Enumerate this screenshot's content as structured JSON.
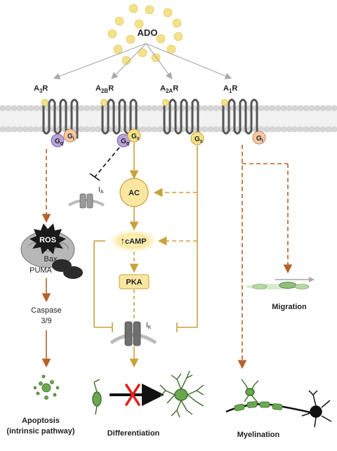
{
  "ligand": {
    "label": "ADO",
    "color": "#f3e28a"
  },
  "receptors": {
    "a3": {
      "main": "A",
      "sub": "3",
      "suffix": "R"
    },
    "a2b": {
      "main": "A",
      "sub": "2B",
      "suffix": "R"
    },
    "a2a": {
      "main": "A",
      "sub": "2A",
      "suffix": "R"
    },
    "a1": {
      "main": "A",
      "sub": "1",
      "suffix": "R"
    }
  },
  "g_proteins": {
    "q": {
      "main": "G",
      "sub": "q",
      "color": "#b9a3d8"
    },
    "i": {
      "main": "G",
      "sub": "i",
      "color": "#f6c9a6"
    },
    "s": {
      "main": "G",
      "sub": "s",
      "color": "#f3e28a"
    }
  },
  "nodes": {
    "ac": "AC",
    "camp": "cAMP",
    "camp_arrow": "↑",
    "pka": "PKA",
    "ros": "ROS",
    "bax": "Bax",
    "puma": "PUMA",
    "caspase_line1": "Caspase",
    "caspase_line2": "3/9",
    "ia": {
      "main": "I",
      "sub": "A"
    },
    "ik": {
      "main": "I",
      "sub": "K"
    }
  },
  "outcomes": {
    "migration": "Migration",
    "differentiation": "Differentiation",
    "myelination": "Myelination",
    "apoptosis_line1": "Apoptosis",
    "apoptosis_line2": "(intrinsic pathway)"
  },
  "colors": {
    "gs_pathway": "#c8a23a",
    "gi_pathway": "#b5622a",
    "receptor": "#555555",
    "membrane": "#d9d9d9",
    "node_fill": "#f9e7a0",
    "cell_green": "#6aa84f",
    "block_red": "#e0201c"
  },
  "icons": [
    "ligand-dots",
    "receptor-icon",
    "ion-channel-icon",
    "mitochondria-icon",
    "cell-icon",
    "neuron-icon",
    "block-x-icon"
  ]
}
